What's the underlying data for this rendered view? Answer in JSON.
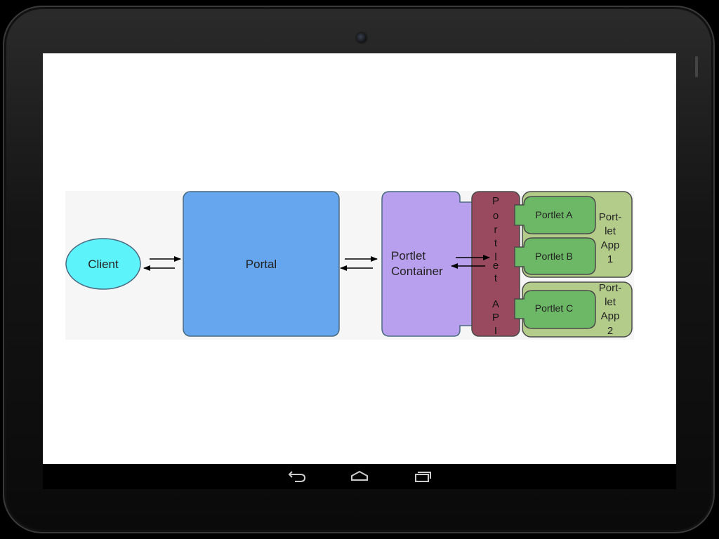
{
  "diagram": {
    "client": "Client",
    "portal": "Portal",
    "container": [
      "Portlet",
      "Container"
    ],
    "api_letters": [
      "P",
      "o",
      "r",
      "t",
      "l",
      "e",
      "t",
      "A",
      "P",
      "I"
    ],
    "portlets": [
      "Portlet A",
      "Portlet B",
      "Portlet C"
    ],
    "app1": [
      "Port-",
      "let",
      "App",
      "1"
    ],
    "app2": [
      "Port-",
      "let",
      "App",
      "2"
    ]
  },
  "navbar": {
    "back": "back-icon",
    "home": "home-icon",
    "recents": "recents-icon"
  },
  "colors": {
    "client": "#5df3fb",
    "portal": "#66a6ef",
    "container": "#b8a0ef",
    "api": "#9a4a5e",
    "portlet": "#6db866",
    "app": "#b3cc8a"
  }
}
